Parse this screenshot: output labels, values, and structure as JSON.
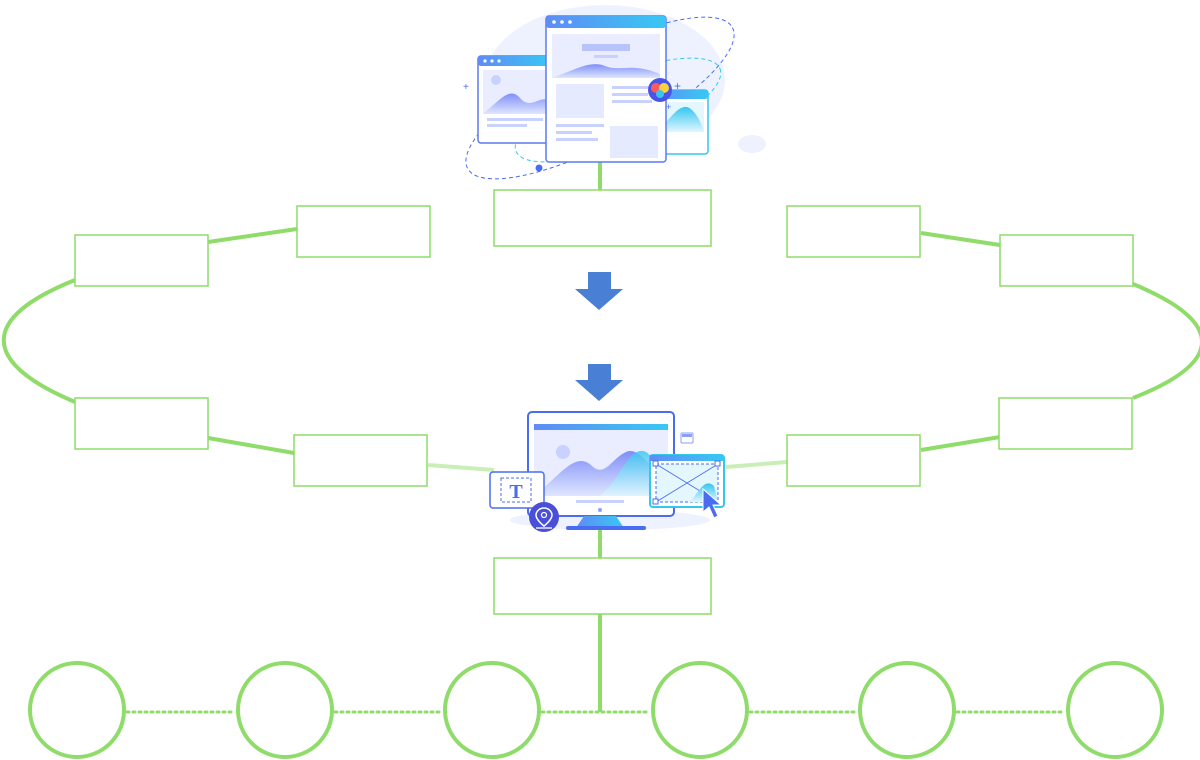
{
  "colors": {
    "connector": "#8fdc6a",
    "connector_light": "#c9efb6",
    "box_border": "#8fdc6a",
    "arrow": "#4a7fd6",
    "illustration_primary": "#4a6cf0",
    "illustration_accent": "#35c6f0",
    "background": "#ffffff"
  },
  "top_illustration": {
    "icon": "multi-browser-windows-icon"
  },
  "center_illustration": {
    "icon": "desktop-monitor-design-icon",
    "badge_text": "T"
  },
  "top_label": {
    "text": ""
  },
  "bottom_label": {
    "text": ""
  },
  "left_nodes": [
    {
      "id": "left-top-inner",
      "text": ""
    },
    {
      "id": "left-top-outer",
      "text": ""
    },
    {
      "id": "left-bottom-outer",
      "text": ""
    },
    {
      "id": "left-bottom-inner",
      "text": ""
    }
  ],
  "right_nodes": [
    {
      "id": "right-top-inner",
      "text": ""
    },
    {
      "id": "right-top-outer",
      "text": ""
    },
    {
      "id": "right-bottom-outer",
      "text": ""
    },
    {
      "id": "right-bottom-inner",
      "text": ""
    }
  ],
  "circles": [
    {
      "id": "circle-1",
      "text": ""
    },
    {
      "id": "circle-2",
      "text": ""
    },
    {
      "id": "circle-3",
      "text": ""
    },
    {
      "id": "circle-4",
      "text": ""
    },
    {
      "id": "circle-5",
      "text": ""
    },
    {
      "id": "circle-6",
      "text": ""
    }
  ],
  "flow_arrows": {
    "count": 2,
    "direction": "down"
  }
}
